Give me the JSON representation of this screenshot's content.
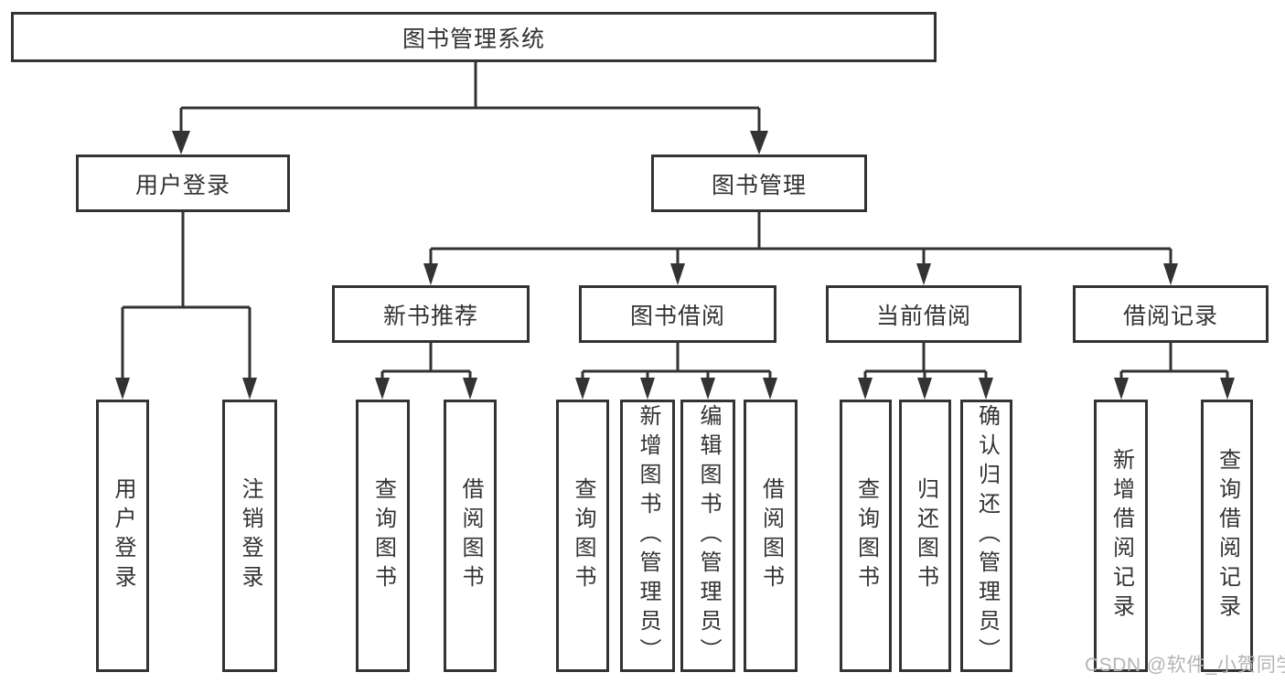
{
  "tree": {
    "label": "图书管理系统",
    "children": [
      {
        "label": "用户登录",
        "children": [
          {
            "label": "用户登录"
          },
          {
            "label": "注销登录"
          }
        ]
      },
      {
        "label": "图书管理",
        "children": [
          {
            "label": "新书推荐",
            "children": [
              {
                "label": "查询图书"
              },
              {
                "label": "借阅图书"
              }
            ]
          },
          {
            "label": "图书借阅",
            "children": [
              {
                "label": "查询图书"
              },
              {
                "label": "新增图书（管理员）"
              },
              {
                "label": "编辑图书（管理员）"
              },
              {
                "label": "借阅图书"
              }
            ]
          },
          {
            "label": "当前借阅",
            "children": [
              {
                "label": "查询图书"
              },
              {
                "label": "归还图书"
              },
              {
                "label": "确认归还（管理员）"
              }
            ]
          },
          {
            "label": "借阅记录",
            "children": [
              {
                "label": "新增借阅记录"
              },
              {
                "label": "查询借阅记录"
              }
            ]
          }
        ]
      }
    ]
  },
  "watermark": "CSDN @软件_小贺同学",
  "colors": {
    "line": "#333333",
    "text": "#333333",
    "watermark_text": "#b4b4b4",
    "background": "#ffffff"
  }
}
